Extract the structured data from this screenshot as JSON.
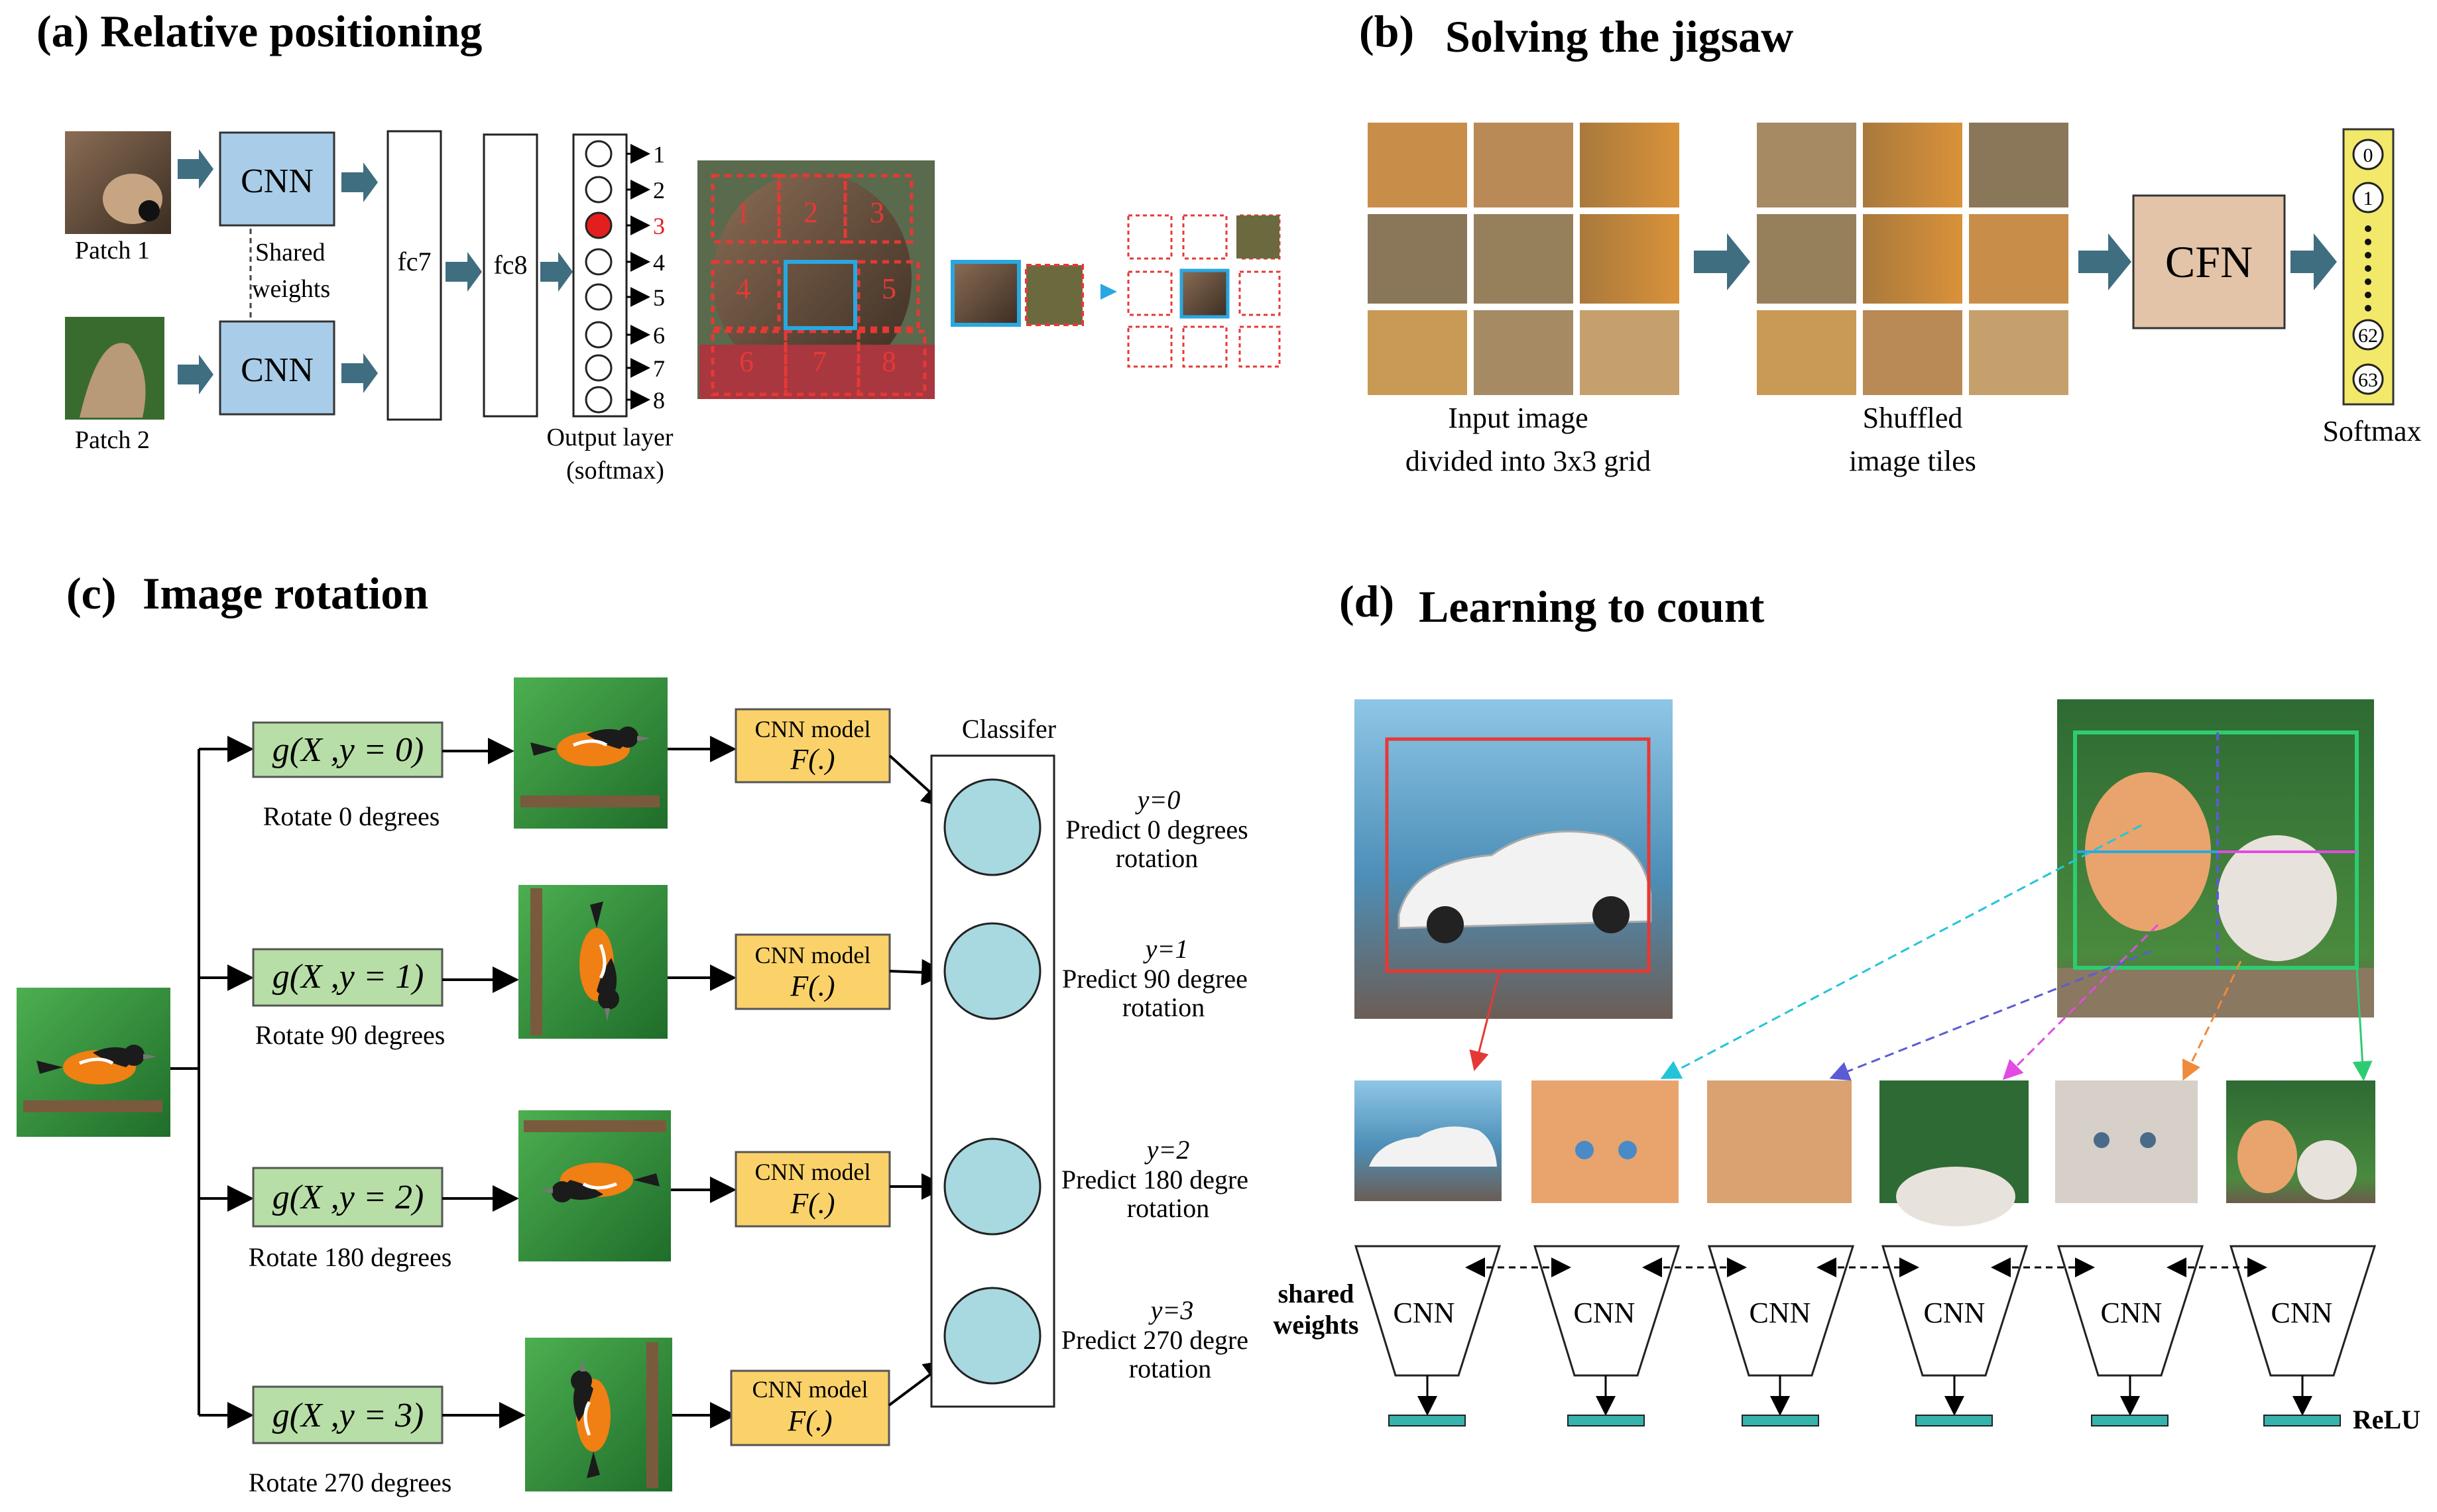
{
  "panel_a": {
    "title": "(a) Relative positioning",
    "patch1": "Patch 1",
    "patch2": "Patch 2",
    "cnn": "CNN",
    "shared1": "Shared",
    "shared2": "weights",
    "fc7": "fc7",
    "fc8": "fc8",
    "outputs": [
      "1",
      "2",
      "3",
      "4",
      "5",
      "6",
      "7",
      "8"
    ],
    "out1": "Output layer",
    "out2": "(softmax)",
    "grid": [
      "1",
      "2",
      "3",
      "4",
      "5",
      "6",
      "7",
      "8"
    ]
  },
  "panel_b": {
    "title_a": "(b)",
    "title_b": "Solving the jigsaw",
    "input1": "Input image",
    "input2": "divided into 3x3 grid",
    "shuf1": "Shuffled",
    "shuf2": "image tiles",
    "cfn": "CFN",
    "softmax": "Softmax",
    "sm_labels": [
      "0",
      "1",
      "62",
      "63"
    ]
  },
  "panel_c": {
    "title_a": "(c)",
    "title_b": "Image rotation",
    "classifier": "Classifer",
    "cnn1": "CNN model",
    "cnn2": "F(.)",
    "rows": [
      {
        "g": "g(X ,y = 0)",
        "rot": "Rotate 0 degrees",
        "y": "y=0",
        "p1": "Predict 0 degrees",
        "p2": "rotation"
      },
      {
        "g": "g(X ,y = 1)",
        "rot": "Rotate 90 degrees",
        "y": "y=1",
        "p1": "Predict 90 degree",
        "p2": "rotation"
      },
      {
        "g": "g(X ,y = 2)",
        "rot": "Rotate 180 degrees",
        "y": "y=2",
        "p1": "Predict 180 degre",
        "p2": "rotation"
      },
      {
        "g": "g(X ,y = 3)",
        "rot": "Rotate 270 degrees",
        "y": "y=3",
        "p1": "Predict 270 degre",
        "p2": "rotation"
      }
    ]
  },
  "panel_d": {
    "title_a": "(d)",
    "title_b": "Learning to count",
    "cnn": "CNN",
    "shared1": "shared",
    "shared2": "weights",
    "relu": "ReLU"
  },
  "colors": {
    "arrow_teal": "#3f6e80",
    "cnn_blue": "#a9cde8",
    "green_box": "#b7dea6",
    "yellow_box": "#fbd26a",
    "classifier_circle": "#a8d8e0",
    "cfn_box": "#e3c4a8",
    "softmax_bar": "#f2e86a",
    "relu_bar": "#35b3ac",
    "dashed_red": "#e53935"
  }
}
